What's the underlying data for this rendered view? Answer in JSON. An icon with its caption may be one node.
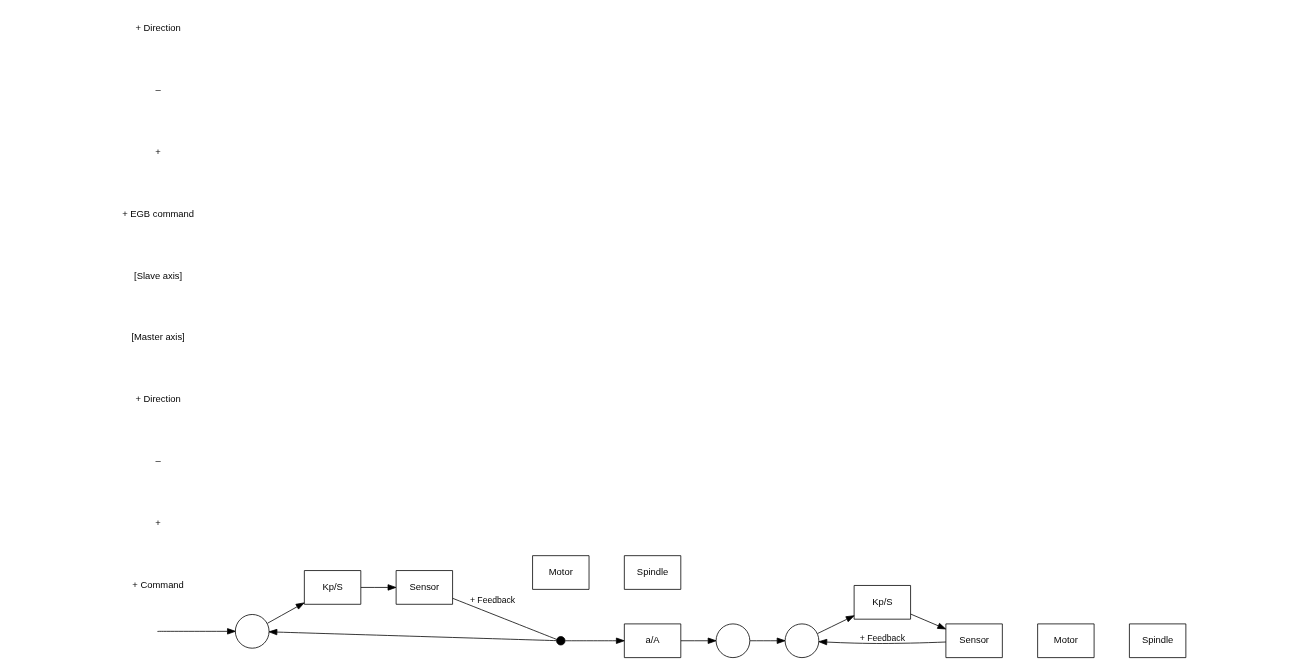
{
  "diagram": {
    "nodes": [
      {
        "text": [],
        "shape": "circle"
      },
      {
        "text": [
          "Kp/S"
        ]
      },
      {
        "text": [
          "Sensor"
        ]
      },
      {
        "text": [
          "Motor"
        ]
      },
      {
        "text": [
          "Spindle"
        ]
      },
      {
        "text": [],
        "shape": "dot"
      },
      {
        "text": [
          "a/A"
        ]
      },
      {
        "text": [],
        "shape": "circle"
      },
      {
        "text": [],
        "shape": "circle"
      },
      {
        "text": [
          "Kp/S"
        ]
      },
      {
        "text": [
          "Sensor"
        ]
      },
      {
        "text": [
          "Motor"
        ]
      },
      {
        "text": [
          "Spindle"
        ]
      }
    ],
    "edges": [
      {
        "from": null,
        "to": 0,
        "arrow": "to"
      },
      {
        "from": 0,
        "to": 1,
        "arrow": "to"
      },
      {
        "from": 1,
        "to": 2,
        "arrow": "to"
      },
      {
        "from": 2,
        "to": 5,
        "arrow": "none",
        "label": "+ Feedback"
      },
      {
        "from": 5,
        "to": 0,
        "arrow": "to"
      },
      {
        "from": 5,
        "to": 6,
        "arrow": "to"
      },
      {
        "from": 6,
        "to": 7,
        "arrow": "to"
      },
      {
        "from": 7,
        "to": 8,
        "arrow": "to"
      },
      {
        "from": 8,
        "to": 9,
        "arrow": "to"
      },
      {
        "from": 9,
        "to": 10,
        "arrow": "to"
      },
      {
        "from": 10,
        "to": 8,
        "arrow": "to",
        "label": "+ Feedback"
      }
    ],
    "labels": [
      "+ Command",
      "+",
      "–",
      "+ Direction",
      "[Master axis]",
      "[Slave axis]",
      "+ EGB command",
      "+",
      "–",
      "+ Direction"
    ]
  }
}
